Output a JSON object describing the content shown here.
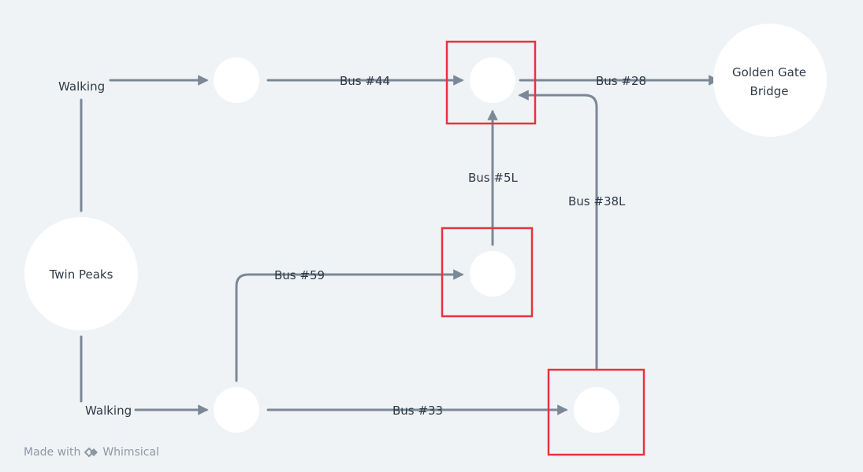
{
  "nodes": {
    "twin_peaks": "Twin Peaks",
    "golden_gate_line1": "Golden Gate",
    "golden_gate_line2": "Bridge"
  },
  "edges": {
    "walking_top": "Walking",
    "walking_bottom": "Walking",
    "bus44": "Bus #44",
    "bus28": "Bus #28",
    "bus5l": "Bus #5L",
    "bus38l": "Bus #38L",
    "bus59": "Bus #59",
    "bus33": "Bus #33"
  },
  "watermark": {
    "prefix": "Made with",
    "brand": "Whimsical"
  },
  "colors": {
    "edge": "#7b8896",
    "highlight": "#e5343f",
    "node": "#ffffff",
    "background": "#f0f3f6"
  }
}
